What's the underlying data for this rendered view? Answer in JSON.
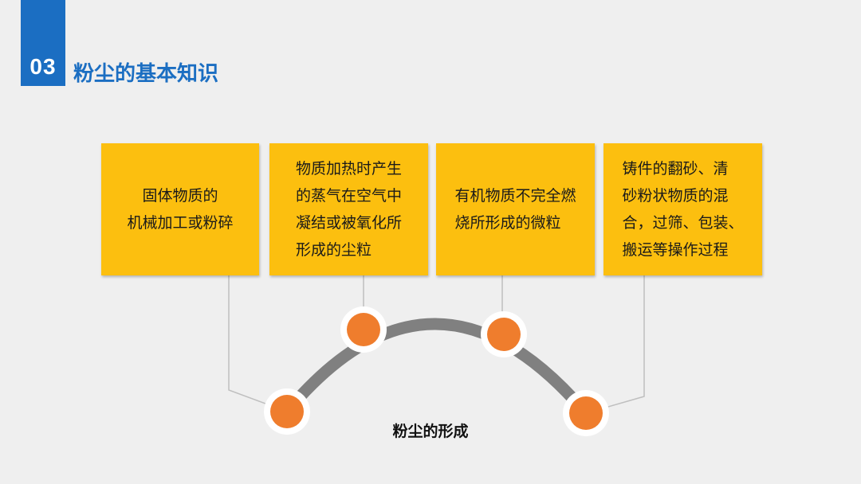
{
  "header": {
    "number": "03",
    "title": "粉尘的基本知识"
  },
  "boxes": [
    {
      "lines": [
        "固体物质的",
        "机械加工或粉碎"
      ]
    },
    {
      "lines": [
        "物质加热时产生",
        "的蒸气在空气中",
        "凝结或被氧化所",
        "形成的尘粒"
      ]
    },
    {
      "lines": [
        "有机物质不完全燃",
        "烧所形成的微粒"
      ]
    },
    {
      "lines": [
        "铸件的翻砂、清",
        "砂粉状物质的混",
        "合，过筛、包装、",
        "搬运等操作过程"
      ]
    }
  ],
  "center_label": "粉尘的形成",
  "colors": {
    "accent_blue": "#1b6ec2",
    "box_fill": "#fcbf0f",
    "node_fill": "#ef7d2d",
    "arc": "#808080",
    "connector": "#bfbfbf"
  }
}
